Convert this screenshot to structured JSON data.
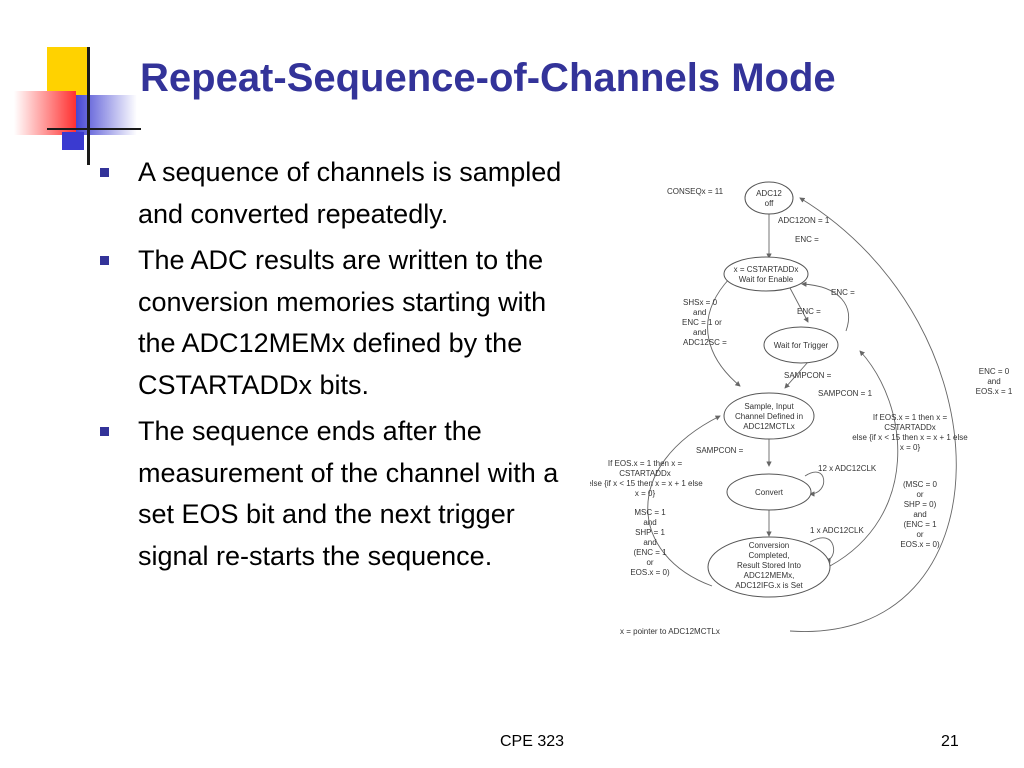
{
  "slide": {
    "title": "Repeat-Sequence-of-Channels Mode",
    "bullets": [
      "A sequence of channels is sampled and converted repeatedly.",
      "The ADC results are written to the conversion memories starting with the ADC12MEMx defined by the CSTARTADDx bits.",
      "The sequence ends after the measurement of the channel with a set EOS bit and the next trigger signal re-starts the sequence."
    ],
    "footer_center": "CPE 323",
    "page_number": "21",
    "accent_color": "#333399"
  },
  "diagram": {
    "states": {
      "off": [
        "ADC12",
        "off"
      ],
      "wait_enable": [
        "x = CSTARTADDx",
        "Wait for Enable"
      ],
      "wait_trigger": [
        "Wait for Trigger"
      ],
      "sample": [
        "Sample, Input",
        "Channel Defined in",
        "ADC12MCTLx"
      ],
      "convert": [
        "Convert"
      ],
      "completed": [
        "Conversion",
        "Completed,",
        "Result Stored Into",
        "ADC12MEMx,",
        "ADC12IFG.x is Set"
      ]
    },
    "labels": {
      "conseq": "CONSEQx = 11",
      "adc12on": "ADC12ON = 1",
      "enc_rise": "ENC =",
      "enc_fall": "ENC =",
      "enc_trig": "ENC =",
      "shs_cond": [
        "SHSx = 0",
        "and",
        "ENC = 1 or",
        "and",
        "ADC12SC ="
      ],
      "sampcon_rise": "SAMPCON =",
      "sampcon_one_a": "SAMPCON = 1",
      "sampcon_one_b": "SAMPCON =",
      "right_cond": [
        "If EOS.x = 1 then x =",
        "CSTARTADDx",
        "else {if x < 15 then x = x + 1 else",
        "x = 0}"
      ],
      "left_cond": [
        "If EOS.x = 1 then x =",
        "CSTARTADDx",
        "else {if x < 15 then x = x + 1 else",
        "x = 0}"
      ],
      "clk12": "12 x ADC12CLK",
      "clk1": "1 x ADC12CLK",
      "msc_left": [
        "MSC = 1",
        "and",
        "SHP = 1",
        "and",
        "(ENC = 1",
        "or",
        "EOS.x = 0)"
      ],
      "msc_right": [
        "(MSC = 0",
        "or",
        "SHP = 0)",
        "and",
        "(ENC = 1",
        "or",
        "EOS.x = 0)"
      ],
      "enc0": [
        "ENC = 0",
        "and",
        "EOS.x = 1"
      ],
      "pointer_note": "x = pointer to ADC12MCTLx"
    }
  }
}
